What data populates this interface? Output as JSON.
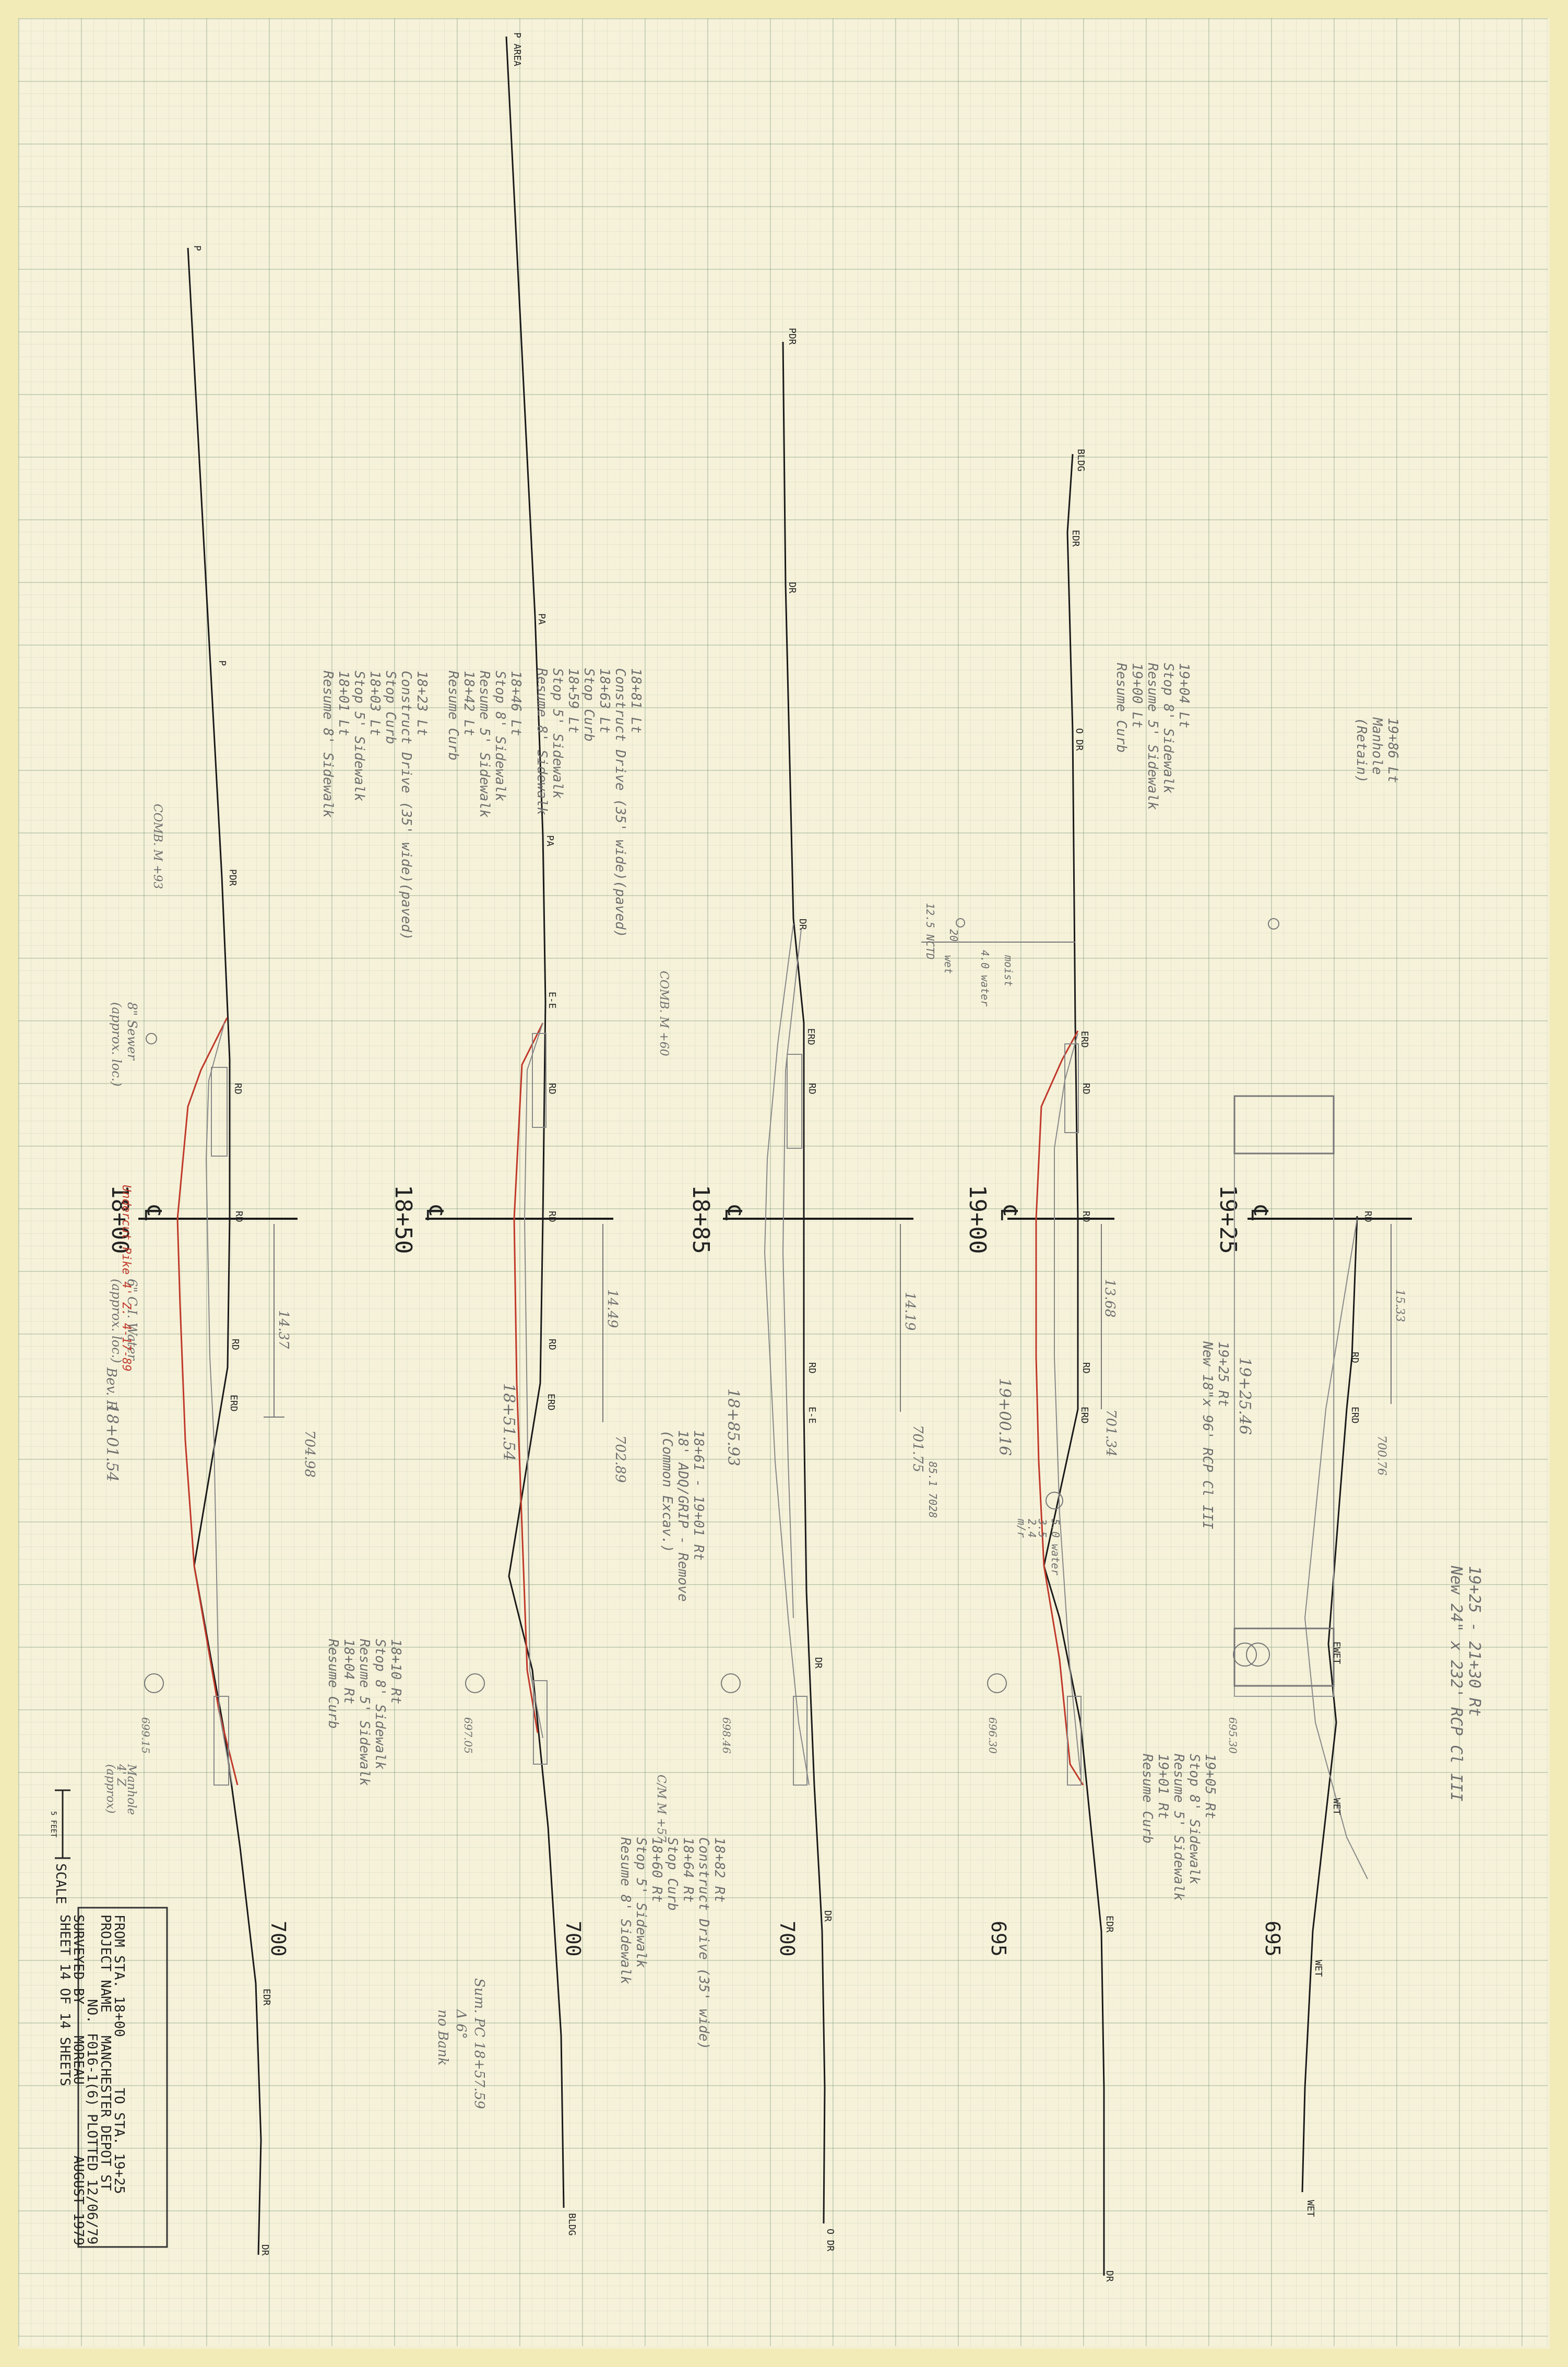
{
  "sections": [
    {
      "station": "18+00",
      "grade_label": "704.98",
      "offset_label": "14.37",
      "elev_label": "700",
      "pt_label": "18+01.54",
      "top_labels": [
        {
          "text": "P"
        },
        {
          "text": "P"
        },
        {
          "text": "PDR"
        },
        {
          "text": "RD"
        },
        {
          "text": "RD"
        },
        {
          "text": "RD"
        },
        {
          "text": "ERD"
        },
        {
          "text": "EDR"
        },
        {
          "text": "DR"
        }
      ],
      "notes": {
        "block_a": [
          "18+46 Lt",
          "Stop 8' Sidewalk",
          "Resume 5' Sidewalk",
          "18+42 Lt",
          "Resume Curb"
        ],
        "block_b": [
          "18+23 Lt",
          "Construct Drive (35' wide)(paved)",
          "Stop Curb",
          "18+03 Lt",
          "Stop 5' Sidewalk",
          "18+01 Lt",
          "Resume 8' Sidewalk"
        ],
        "comb": "COMB. M +93",
        "sewer": [
          "8\" Sewer",
          "(approx. loc.)"
        ],
        "water": [
          "6\" C.I. Water",
          "(approx. loc.)"
        ],
        "red_note": "Undercut Pike 4' Z. 4-17-89",
        "manhole": [
          "Manhole",
          "4' Z",
          "(approx)"
        ],
        "mh_elev": "699.15",
        "bench": "Bev. R"
      }
    },
    {
      "station": "18+50",
      "grade_label": "702.89",
      "offset_label": "14.49",
      "elev_label": "700",
      "pt_label": "18+51.54",
      "top_labels": [
        {
          "text": "P AREA"
        },
        {
          "text": "PA"
        },
        {
          "text": "PA"
        },
        {
          "text": "E-E"
        },
        {
          "text": "RD"
        },
        {
          "text": "RD"
        },
        {
          "text": "RD"
        },
        {
          "text": "ERD"
        },
        {
          "text": "BLDG"
        }
      ],
      "notes": {
        "block_a": [
          "18+81 Lt",
          "Construct Drive (35' wide)(paved)",
          "18+63 Lt",
          "Stop Curb",
          "18+59 Lt",
          "Stop 5' Sidewalk",
          "Resume 8' Sidewalk"
        ],
        "block_b": [
          "18+10 Rt",
          "Stop 8' Sidewalk",
          "Resume 5' Sidewalk",
          "18+04 Rt",
          "Resume Curb"
        ],
        "comb": "COMB. M +60",
        "mh_elev": "697.05"
      }
    },
    {
      "station": "18+85",
      "grade_label": "701.75",
      "offset_label": "14.19",
      "elev_label": "700",
      "pt_label": "18+85.93",
      "top_labels": [
        {
          "text": "PDR"
        },
        {
          "text": "DR"
        },
        {
          "text": "DR"
        },
        {
          "text": "ERD"
        },
        {
          "text": "RD"
        },
        {
          "text": "RD"
        },
        {
          "text": "E-E"
        },
        {
          "text": "DR"
        },
        {
          "text": "DR"
        },
        {
          "text": "O DR"
        }
      ],
      "notes": {
        "block_a": [
          "18+61 - 19+01 Rt",
          "18' ADQ/GRIP - Remove",
          "(Common Excav.)"
        ],
        "block_b": [
          "18+82 Rt",
          "Construct Drive (35' wide)",
          "18+64 Rt",
          "Stop Curb",
          "18+60 Rt",
          "Stop 5' Sidewalk",
          "Resume 8' Sidewalk"
        ],
        "comb": "C/M M +57",
        "mh_elev": "698.46",
        "sum": [
          "Sum. PC 18+57.59",
          "Δ 6°",
          "no Bank"
        ]
      }
    },
    {
      "station": "19+00",
      "grade_label": "701.34",
      "offset_label": "13.68",
      "elev_label": "695",
      "pt_label": "19+00.16",
      "top_labels": [
        {
          "text": "BLDG"
        },
        {
          "text": "EDR"
        },
        {
          "text": "O DR"
        },
        {
          "text": "ERD"
        },
        {
          "text": "RD"
        },
        {
          "text": "RD"
        },
        {
          "text": "RD"
        },
        {
          "text": "ERD"
        },
        {
          "text": "EDR"
        },
        {
          "text": "DR"
        }
      ],
      "notes": {
        "block_a": [
          "19+04 Lt",
          "Stop 8' Sidewalk",
          "Resume 5' Sidewalk",
          "19+00 Lt",
          "Resume Curb"
        ],
        "block_b": [
          "19+05 Rt",
          "Stop 8' Sidewalk",
          "Resume 5' Sidewalk",
          "19+01 Rt",
          "Resume Curb"
        ],
        "water": [
          "12.5 NCTD",
          "20",
          "4.0 water",
          "moist",
          "wet"
        ],
        "water2": [
          "5.0 water",
          "3.5",
          "2.4",
          "m/r",
          "85.1 7028"
        ],
        "mh_elev": "696.30"
      }
    },
    {
      "station": "19+25",
      "grade_label": "700.76",
      "offset_label": "15.33",
      "elev_label": "695",
      "pt_label": "19+25.46",
      "top_labels": [
        {
          "text": "RD"
        },
        {
          "text": "RD"
        },
        {
          "text": "ERD"
        },
        {
          "text": "EWET"
        },
        {
          "text": "WET"
        },
        {
          "text": "WET"
        },
        {
          "text": "WET"
        }
      ],
      "notes": {
        "block_a": [
          "19+86 Lt",
          "Manhole",
          "(Retain)"
        ],
        "block_b": [
          "19+25 Rt",
          "New 18\"x 96' RCP Cl III"
        ],
        "block_c": [
          "19+25 - 21+30 Rt",
          "New 24\" x 232' RCP Cl III"
        ],
        "mh_elev": "695.30"
      }
    }
  ],
  "title_block": {
    "from": "FROM STA. 18+00",
    "to": "TO STA. 19+25",
    "project_name_label": "PROJECT NAME",
    "project_name": "MANCHESTER DEPOT ST",
    "no_label": "NO.",
    "no": "F016-1(6)",
    "plotted": "PLOTTED 12/06/79",
    "surveyed_label": "SURVEYED BY",
    "surveyed": "MOREAU",
    "date": "AUGUST 1979",
    "sheet": "SHEET 14 OF 14 SHEETS",
    "scale_label": "SCALE",
    "scale_unit": "5 FEET"
  },
  "colors": {
    "paper": "#f6f2da",
    "grid": "#9bb59b",
    "ink": "#1a1a1a",
    "pencil": "#777777",
    "red": "#c0392b",
    "border": "#f2ebb8"
  }
}
